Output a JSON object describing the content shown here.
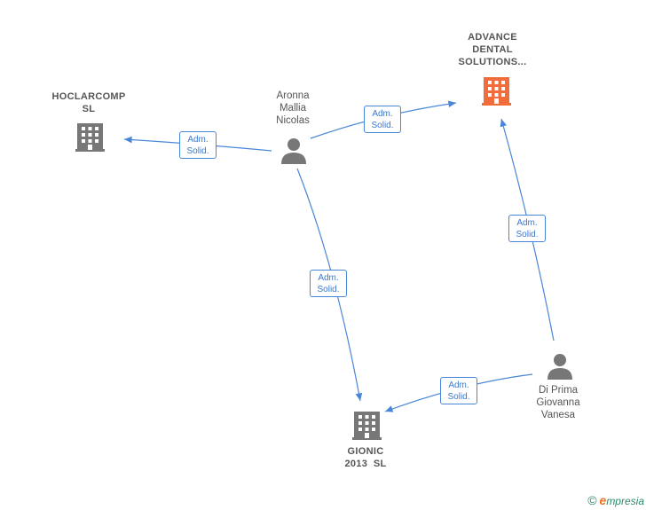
{
  "nodes": {
    "advance": {
      "label_lines": [
        "ADVANCE",
        "DENTAL",
        "SOLUTIONS..."
      ],
      "type": "company",
      "color": "#f26b3a"
    },
    "hoclarcomp": {
      "label_lines": [
        "HOCLARCOMP",
        "SL"
      ],
      "type": "company",
      "color": "#777777"
    },
    "aronna": {
      "label_lines": [
        "Aronna",
        "Mallia",
        "Nicolas"
      ],
      "type": "person",
      "color": "#777777"
    },
    "gionic": {
      "label_lines": [
        "GIONIC",
        "2013  SL"
      ],
      "type": "company",
      "color": "#777777"
    },
    "diprima": {
      "label_lines": [
        "Di Prima",
        "Giovanna",
        "Vanesa"
      ],
      "type": "person",
      "color": "#777777"
    }
  },
  "edges": [
    {
      "id": "aronna-hoclarcomp",
      "from": "aronna",
      "to": "hoclarcomp",
      "label_lines": [
        "Adm.",
        "Solid."
      ]
    },
    {
      "id": "aronna-advance",
      "from": "aronna",
      "to": "advance",
      "label_lines": [
        "Adm.",
        "Solid."
      ]
    },
    {
      "id": "aronna-gionic",
      "from": "aronna",
      "to": "gionic",
      "label_lines": [
        "Adm.",
        "Solid."
      ]
    },
    {
      "id": "diprima-advance",
      "from": "diprima",
      "to": "advance",
      "label_lines": [
        "Adm.",
        "Solid."
      ]
    },
    {
      "id": "diprima-gionic",
      "from": "diprima",
      "to": "gionic",
      "label_lines": [
        "Adm.",
        "Solid."
      ]
    }
  ],
  "colors": {
    "edge": "#4a86d8"
  },
  "footer": {
    "copyright_symbol": "©",
    "brand_initial": "e",
    "brand_rest": "mpresia"
  }
}
